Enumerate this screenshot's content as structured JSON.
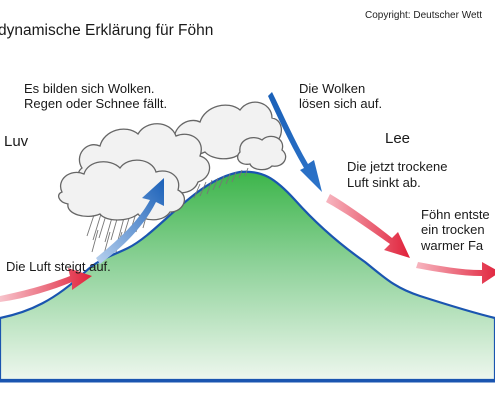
{
  "title": "dynamische Erklärung für Föhn",
  "copyright": "Copyright:  Deutscher Wett",
  "labels": {
    "luv": "Luv",
    "lee": "Lee",
    "clouds_line1": "Es bilden sich Wolken.",
    "clouds_line2": "Regen oder Schnee fällt.",
    "dissolve_line1": "Die Wolken",
    "dissolve_line2": "lösen sich auf.",
    "sink_line1": "Die jetzt trockene",
    "sink_line2": "Luft sinkt ab.",
    "foehn_line1": "Föhn entste",
    "foehn_line2": "ein trocken",
    "foehn_line3": "warmer Fa",
    "rise": "Die Luft steigt auf."
  },
  "colors": {
    "mountain_top": "#3cb54a",
    "mountain_bottom": "#eef7ee",
    "mountain_outline": "#1a55b0",
    "ground_line": "#1a55b0",
    "red_arrow": "#e0213a",
    "blue_arrow": "#1a60b8",
    "cloud_fill": "#f2f2f2",
    "cloud_outline": "#666666"
  }
}
